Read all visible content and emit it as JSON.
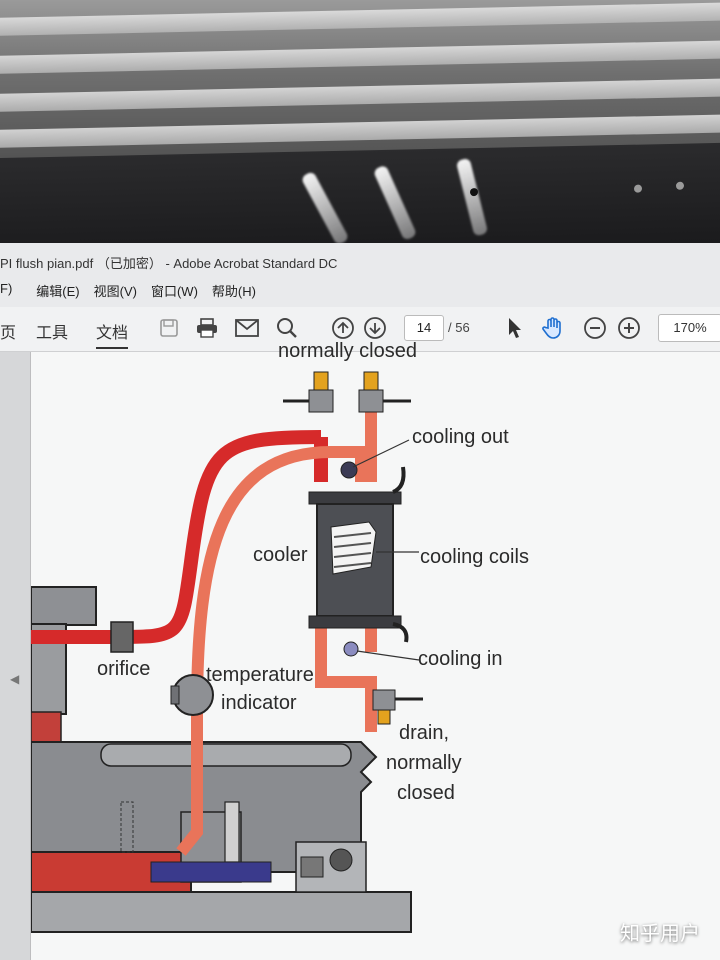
{
  "window": {
    "title": "PI flush pian.pdf （已加密） - Adobe Acrobat Standard DC"
  },
  "menu": {
    "items": [
      "F)",
      "编辑(E)",
      "视图(V)",
      "窗口(W)",
      "帮助(H)"
    ]
  },
  "toolbar": {
    "tabs": [
      "页",
      "工具",
      "文档"
    ],
    "active_tab": "文档",
    "current_page": "14",
    "total_pages": "/ 56",
    "zoom": "170%"
  },
  "diagram": {
    "labels": {
      "normally_closed_top": "normally closed",
      "cooling_out": "cooling out",
      "cooler": "cooler",
      "cooling_coils": "cooling coils",
      "orifice": "orifice",
      "temperature": "temperature",
      "indicator": "indicator",
      "cooling_in": "cooling in",
      "drain": "drain,",
      "normally": "normally",
      "closed": "closed"
    },
    "colors": {
      "hot_pipe": "#d62a2a",
      "cool_pipe": "#e9745a",
      "brass": "#e3a21e",
      "steel": "#8e9094"
    }
  },
  "watermark": "知乎用户"
}
